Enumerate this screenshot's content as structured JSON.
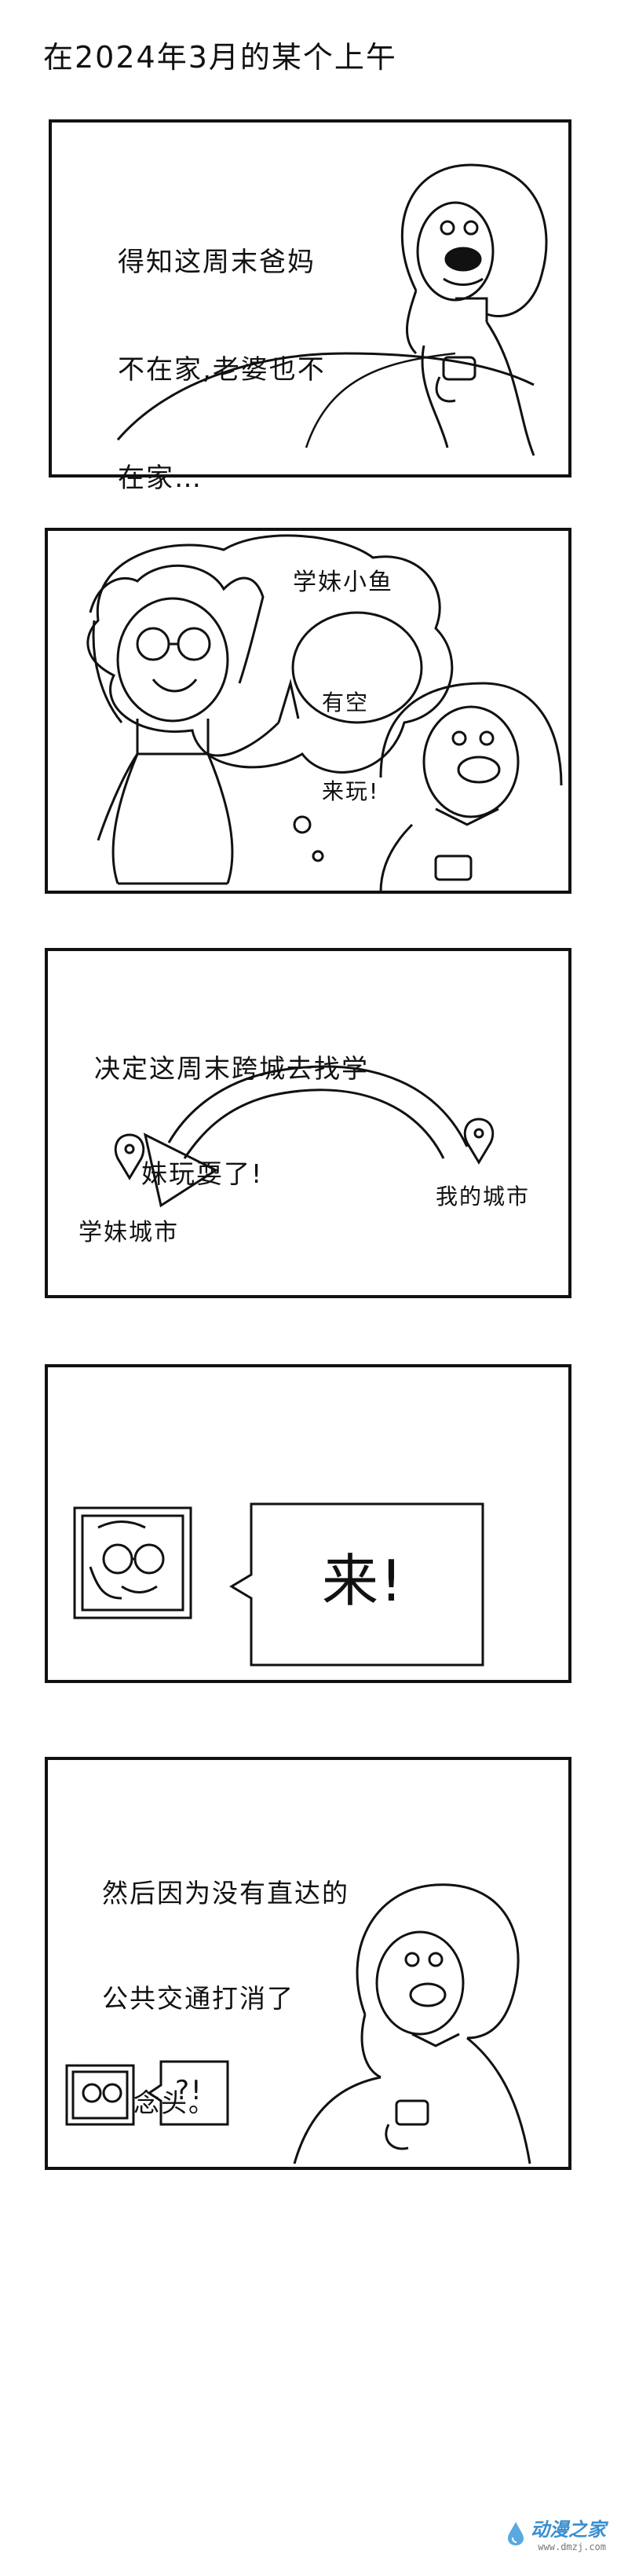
{
  "title": "在2024年3月的某个上午",
  "panel1": {
    "text_lines": [
      "得知这周末爸妈",
      "不在家,老婆也不",
      "在家…"
    ]
  },
  "panel2": {
    "thought_label": "学妹小鱼",
    "speech_lines": [
      "有空",
      "来玩!"
    ]
  },
  "panel3": {
    "text_lines": [
      "决定这周末跨城去找学",
      "妹玩耍了!"
    ],
    "left_city": "学妹城市",
    "right_city": "我的城市"
  },
  "panel4": {
    "speech": "来!"
  },
  "panel5": {
    "text_lines": [
      "然后因为没有直达的",
      "公共交通打消了",
      "念头。"
    ],
    "reply_text": "?!"
  },
  "watermark": {
    "name": "动漫之家",
    "url": "www.dmzj.com"
  }
}
